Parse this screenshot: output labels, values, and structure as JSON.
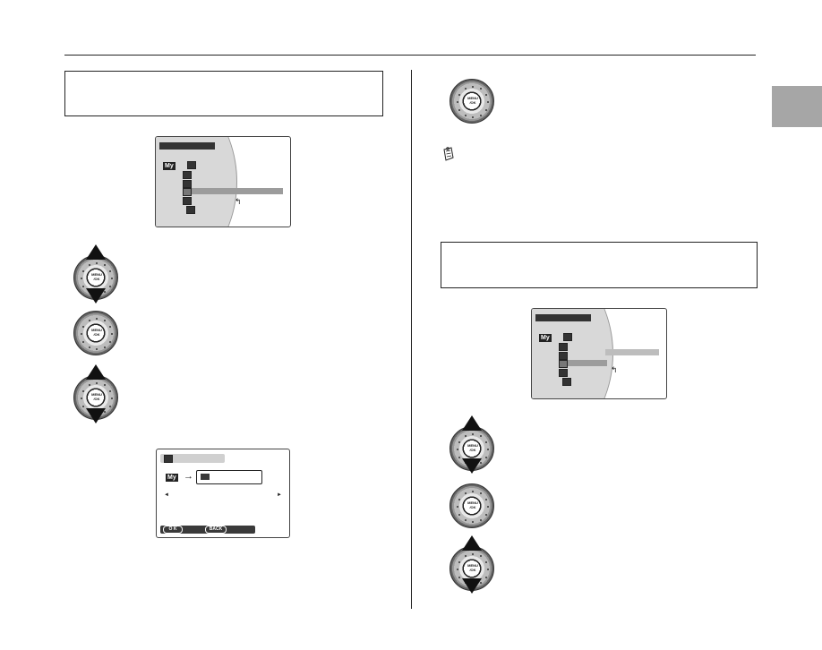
{
  "screens": {
    "menu_a": {
      "my_badge": "My"
    },
    "menu_b": {
      "my_badge": "My"
    },
    "folder_dialog": {
      "my_badge": "My",
      "ok_label": "O K",
      "back_label": "BACK",
      "left_arrow": "◄",
      "right_arrow": "►",
      "transfer_arrow": "→"
    }
  },
  "controls": {
    "pad_label_line1": "MENU",
    "pad_label_line2": "/OK"
  },
  "colors": {
    "side_tab": "#a6a6a6",
    "lcd_dark": "#333333",
    "lcd_highlight": "#9c9c9c"
  },
  "icons": {
    "memo": "memo-icon",
    "return": "return-arrow-icon"
  }
}
